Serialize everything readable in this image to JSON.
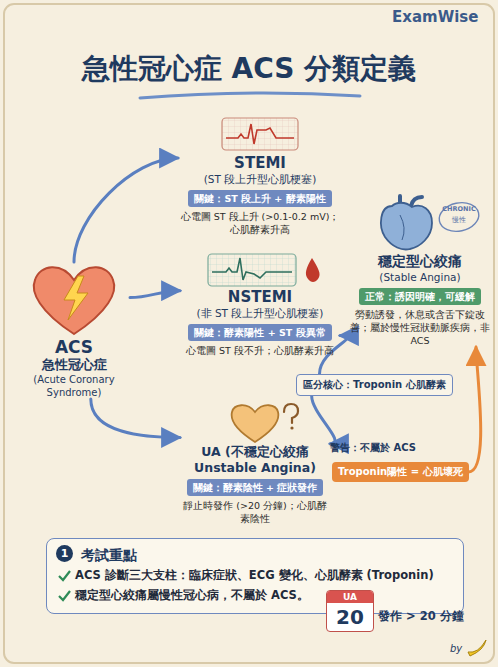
{
  "diagram": {
    "title": "急性冠心症 ACS 分類定義",
    "nodes": [
      {
        "text": [
          "ACS",
          "急性冠心症",
          "(Acute Coronary Syndrome)"
        ]
      },
      {
        "text": [
          "STEMI",
          "(ST 段上升型心肌梗塞)",
          "關鍵：ST 段上升 + 酵素陽性",
          "心電圖 ST 段上升 (>0.1-0.2 mV)；心肌酵素升高"
        ]
      },
      {
        "text": [
          "穩定型心絞痛",
          "(Stable Angina)",
          "正常：誘因明確，可緩解",
          "勞動誘發，休息或含舌下錠改善；屬於慢性冠狀動脈疾病，非ACS"
        ]
      },
      {
        "text": [
          "NSTEMI",
          "(非 ST 段上升型心肌梗塞)",
          "關鍵：酵素陽性 + ST 段異常",
          "心電圖 ST 段不升；心肌酵素升高"
        ]
      },
      {
        "text": [
          "區分核心：Troponin 心肌酵素"
        ]
      },
      {
        "text": [
          "UA (不穩定心絞痛 Unstable Angina)",
          "關鍵：酵素陰性 + 症狀發作",
          "靜止時發作 (>20 分鐘)；心肌酵素陰性"
        ]
      },
      {
        "text": [
          "Troponin陽性 = 心肌壞死"
        ]
      },
      {
        "text": [
          "考試重點",
          "ACS 診斷三大支柱：臨床症狀、ECG 變化、心肌酵素 (Troponin)",
          "穩定型心絞痛屬慢性冠心病，不屬於 ACS。"
        ]
      },
      {
        "text": [
          "UA",
          "20"
        ]
      }
    ],
    "edges": [
      {
        "from": 0,
        "to": 1,
        "arrow": "to"
      },
      {
        "from": 0,
        "to": 3,
        "arrow": "to"
      },
      {
        "from": 0,
        "to": 5,
        "arrow": "to"
      },
      {
        "from": 4,
        "to": 3,
        "arrow": "to"
      },
      {
        "from": 4,
        "to": 5,
        "arrow": "to"
      },
      {
        "from": 6,
        "to": 2,
        "arrow": "to"
      }
    ],
    "labels": [
      "ExamWise",
      "CHRONIC",
      "慢性",
      "警告：不屬於 ACS",
      "1",
      "發作 > 20 分鐘",
      "by"
    ]
  }
}
